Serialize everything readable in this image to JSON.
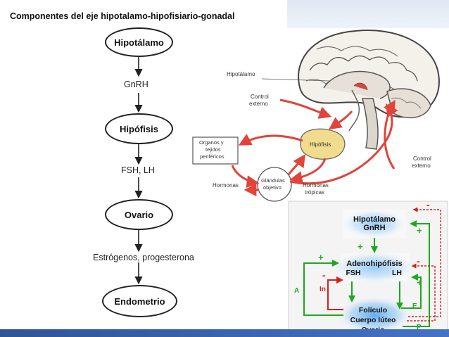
{
  "title": "Componentes del eje hipotalamo-hipofisiario-gonadal",
  "flow": {
    "nodes": [
      "Hipotálamo",
      "Hipófisis",
      "Ovario",
      "Endometrio"
    ],
    "edges": [
      "GnRH",
      "FSH, LH",
      "Estrógenos, progesterona"
    ]
  },
  "brain": {
    "hipotalamo": "Hipotálamo",
    "control_externo_1": [
      "Control",
      "externo"
    ],
    "control_externo_2": [
      "Control",
      "externo"
    ],
    "hipofisis": "Hipófisis",
    "organos": [
      "Organos y",
      "tejidos",
      "periféricos"
    ],
    "glandulas": [
      "Glándulas",
      "objetivo"
    ],
    "hormonas": "Hormonas",
    "hormonas_tropicas": [
      "Hormonas",
      "trópicas"
    ]
  },
  "feedback": {
    "hipotalamo": "Hipotálamo",
    "gnrh": "GnRH",
    "adeno": "Adenohipófisis",
    "fsh": "FSH",
    "lh": "LH",
    "foliculo": "Folículo",
    "cuerpo": "Cuerpo lúteo",
    "ovario": "Ovario",
    "A": "A",
    "In": "In",
    "E": "E",
    "P": "P",
    "plus": "+",
    "minus": "-"
  },
  "colors": {
    "green": "#1fa81f",
    "red": "#d81e1e",
    "arrow_red": "#e0443a",
    "blue_glow": "#5aa9f0"
  }
}
